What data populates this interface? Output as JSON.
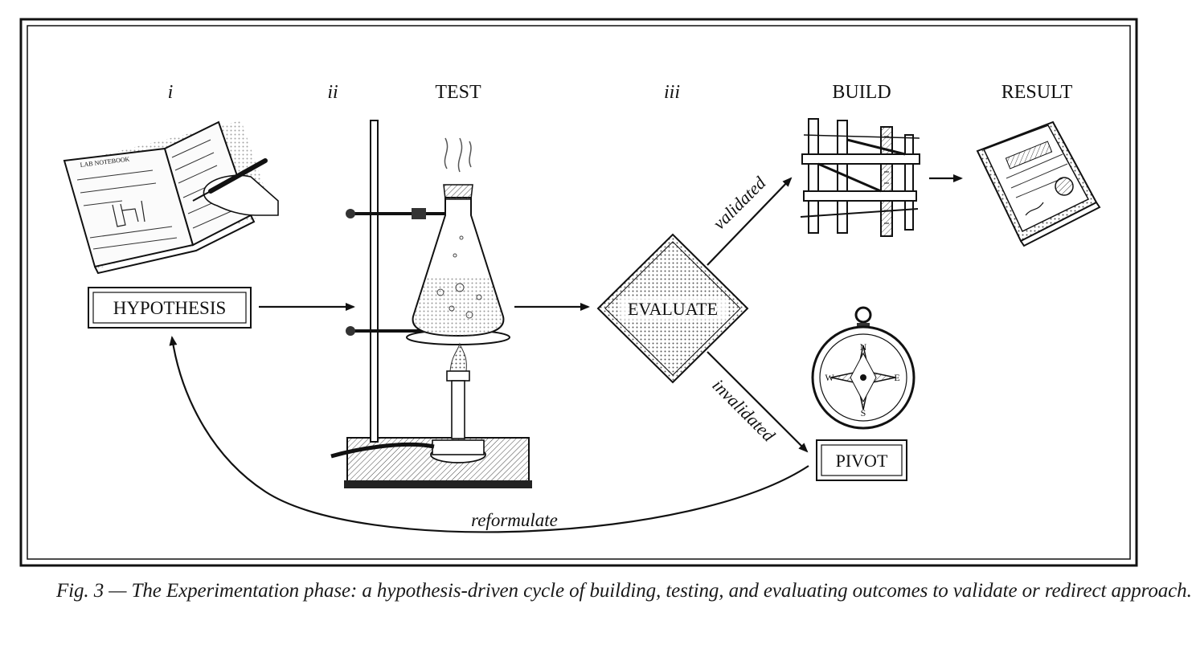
{
  "figure": {
    "stage_numerals": {
      "one": "i",
      "two": "ii",
      "three": "iii"
    },
    "headings": {
      "test": "TEST",
      "build": "BUILD",
      "result": "RESULT"
    },
    "nodes": {
      "hypothesis": "HYPOTHESIS",
      "evaluate": "EVALUATE",
      "pivot": "PIVOT"
    },
    "edges": {
      "validated": "validated",
      "invalidated": "invalidated",
      "reformulate": "reformulate"
    },
    "notebook_header": "LAB NOTEBOOK",
    "compass_points": {
      "n": "N",
      "e": "E",
      "s": "S",
      "w": "W"
    },
    "caption": "Fig. 3 — The Experimentation phase: a hypothesis-driven cycle of building, testing, and evaluating outcomes to validate or redirect approach."
  }
}
